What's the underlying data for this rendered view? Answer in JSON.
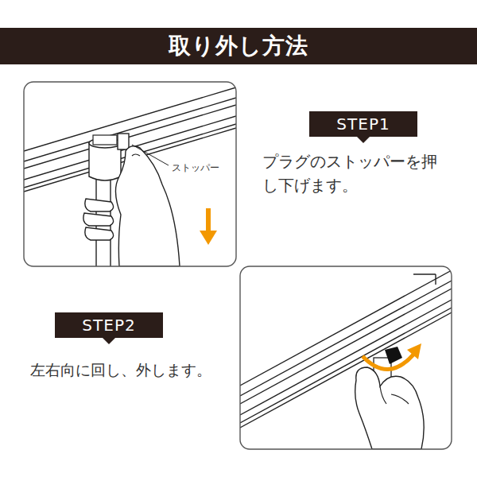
{
  "diagram": {
    "title": "取り外し方法",
    "nodes": [
      {
        "text": [
          "STEP1"
        ]
      },
      {
        "text": [
          "STEP2"
        ]
      }
    ],
    "labels": [
      "ストッパー",
      "プラグのストッパーを押し下げます。",
      "左右向に回し、外します。"
    ]
  }
}
